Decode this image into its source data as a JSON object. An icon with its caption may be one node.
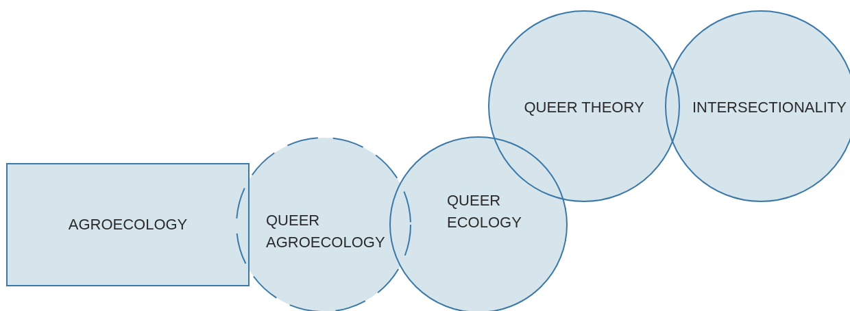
{
  "diagram": {
    "nodes": [
      {
        "text": [
          "AGROECOLOGY"
        ]
      },
      {
        "text": [
          "QUEER AGROECOLOGY"
        ]
      },
      {
        "text": [
          "QUEER ECOLOGY"
        ]
      },
      {
        "text": [
          "QUEER THEORY"
        ]
      },
      {
        "text": [
          "INTERSECTIONALITY"
        ]
      }
    ],
    "edges": []
  }
}
